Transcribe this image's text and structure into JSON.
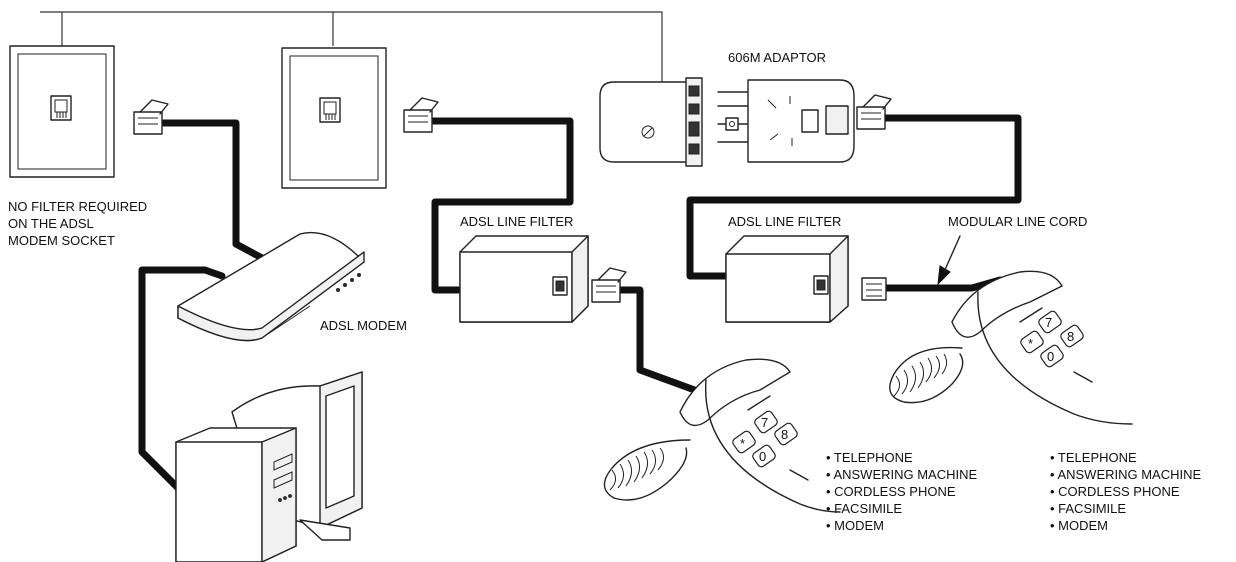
{
  "labels": {
    "no_filter_line1": "NO FILTER REQUIRED",
    "no_filter_line2": "ON THE ADSL",
    "no_filter_line3": "MODEM SOCKET",
    "adsl_modem": "ADSL MODEM",
    "adsl_line_filter_left": "ADSL LINE FILTER",
    "adsl_line_filter_right": "ADSL LINE FILTER",
    "adaptor": "606M ADAPTOR",
    "modular_line_cord": "MODULAR LINE CORD"
  },
  "devices_left": [
    "• TELEPHONE",
    "• ANSWERING MACHINE",
    "• CORDLESS PHONE",
    "• FACSIMILE",
    "• MODEM"
  ],
  "devices_right": [
    "• TELEPHONE",
    "• ANSWERING MACHINE",
    "• CORDLESS PHONE",
    "• FACSIMILE",
    "• MODEM"
  ],
  "keypad_left": [
    "7",
    "8",
    "*",
    "0"
  ],
  "keypad_right": [
    "7",
    "8",
    "*",
    "0"
  ]
}
